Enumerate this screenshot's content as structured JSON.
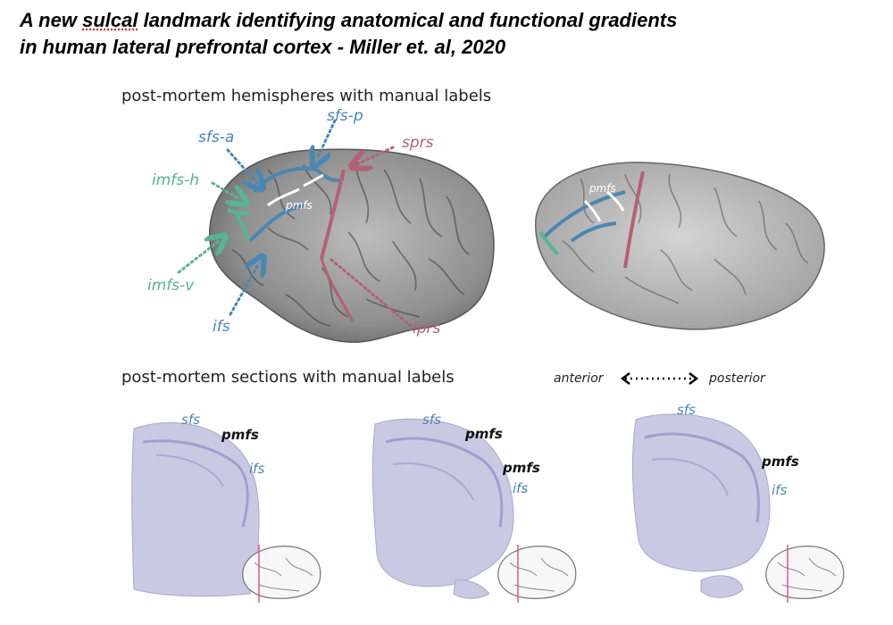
{
  "title": {
    "line1_prefix": "A new ",
    "line1_word": "sulcal",
    "line1_suffix": " landmark identifying anatomical and functional gradients",
    "line2": "in human lateral prefrontal cortex - Miller et. al, 2020"
  },
  "panels": {
    "hemispheres_label": "post-mortem hemispheres with manual labels",
    "sections_label": "post-mortem sections with manual labels",
    "axis": {
      "anterior": "anterior",
      "posterior": "posterior"
    }
  },
  "sulci_labels": {
    "sfs_a": "sfs-a",
    "sfs_p": "sfs-p",
    "sprs": "sprs",
    "imfs_h": "imfs-h",
    "imfs_v": "imfs-v",
    "ifs": "ifs",
    "iprs": "iprs",
    "pmfs": "pmfs"
  },
  "sections": [
    {
      "sfs": "sfs",
      "pmfs": "pmfs",
      "ifs": "ifs"
    },
    {
      "sfs": "sfs",
      "pmfs_upper": "pmfs",
      "pmfs_lower": "pmfs",
      "ifs": "ifs"
    },
    {
      "sfs": "sfs",
      "pmfs": "pmfs",
      "ifs": "ifs"
    }
  ],
  "colors": {
    "blue": "#4a87b3",
    "green": "#57b594",
    "red": "#b55f78",
    "brain_gray": "#9a9a9a",
    "section_lavender": "#c8c8e2"
  }
}
